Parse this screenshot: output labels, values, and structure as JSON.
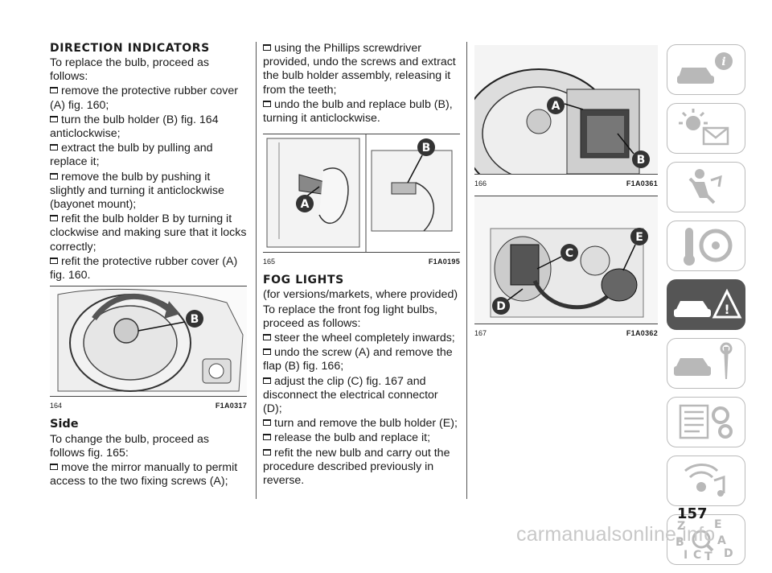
{
  "col1": {
    "heading": "DIRECTION INDICATORS",
    "intro": "To replace the bulb, proceed as follows:",
    "steps": [
      "remove the protective rubber cover (A) fig. 160;",
      "turn the bulb holder (B) fig. 164 anticlockwise;",
      "extract the bulb by pulling and replace it;",
      "remove the bulb by pushing it slightly and turning it anticlockwise (bayonet mount);",
      "refit the bulb holder B by turning it clockwise and making sure that it locks correctly;",
      "refit the protective rubber cover (A) fig. 160."
    ],
    "figure": {
      "number": "164",
      "code": "F1A0317",
      "labels": [
        "B"
      ]
    },
    "subheading": "Side",
    "side_intro": "To change the bulb, proceed as follows fig. 165:",
    "side_steps": [
      "move the mirror manually to permit access to the two fixing screws (A);"
    ]
  },
  "col2": {
    "steps_cont": [
      "using the Phillips screwdriver provided, undo the screws and extract the bulb holder assembly, releasing it from the teeth;",
      "undo the bulb and replace bulb (B), turning it anticlockwise."
    ],
    "figure": {
      "number": "165",
      "code": "F1A0195",
      "labels": [
        "A",
        "B"
      ]
    },
    "heading": "FOG LIGHTS",
    "note": "(for versions/markets, where provided)",
    "intro": "To replace the front fog light bulbs, proceed as follows:",
    "steps": [
      "steer the wheel completely inwards;",
      "undo the screw (A) and remove the flap (B) fig. 166;",
      "adjust the clip (C) fig. 167 and disconnect the electrical connector (D);",
      "turn and remove the bulb holder (E);",
      "release the bulb and replace it;",
      "refit the new bulb and carry out the procedure described previously in reverse."
    ]
  },
  "col3": {
    "figure_a": {
      "number": "166",
      "code": "F1A0361",
      "labels": [
        "A",
        "B"
      ]
    },
    "figure_b": {
      "number": "167",
      "code": "F1A0362",
      "labels": [
        "C",
        "D",
        "E"
      ]
    }
  },
  "sidebar": {
    "tabs": [
      {
        "icon": "car-info-icon",
        "active": false
      },
      {
        "icon": "warning-lights-icon",
        "active": false
      },
      {
        "icon": "airbag-safety-icon",
        "active": false
      },
      {
        "icon": "steering-key-icon",
        "active": false
      },
      {
        "icon": "car-emergency-icon",
        "active": true
      },
      {
        "icon": "car-maintenance-icon",
        "active": false
      },
      {
        "icon": "technical-data-icon",
        "active": false
      },
      {
        "icon": "multimedia-icon",
        "active": false
      },
      {
        "icon": "index-icon",
        "active": false
      }
    ],
    "index_letters": [
      "Z",
      "E",
      "B",
      "A",
      "I",
      "C",
      "T",
      "D"
    ]
  },
  "page_number": "157",
  "watermark": "carmanualsonline.info",
  "colors": {
    "accent_dark": "#555555",
    "tab_border": "#bbbbbb",
    "text": "#1a1a1a"
  }
}
